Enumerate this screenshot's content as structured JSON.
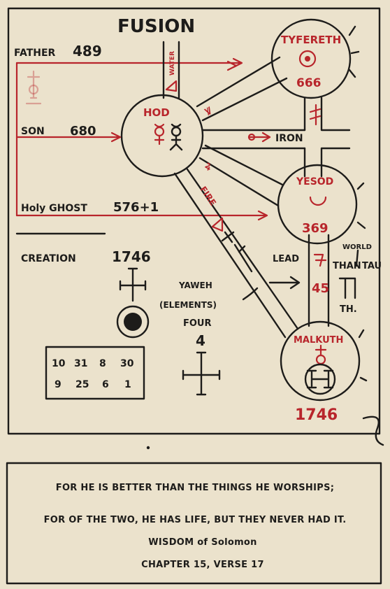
{
  "title": "FUSION",
  "trinity": {
    "father": {
      "label": "FATHER",
      "value": "489"
    },
    "son": {
      "label": "SON",
      "value": "680"
    },
    "holy_ghost": {
      "label": "Holy GHOST",
      "value": "576+1"
    }
  },
  "side_label": "WATER",
  "nodes": {
    "tiphereth": {
      "name": "TYFERETH",
      "value": "666"
    },
    "hod": {
      "name": "HOD"
    },
    "yesod": {
      "name": "YESOD",
      "value": "369"
    },
    "malkuth": {
      "name": "MALKUTH",
      "value": "1746"
    }
  },
  "paths": {
    "iron": "IRON",
    "fire": "FIRE",
    "lead": "LEAD",
    "world": "WORLD",
    "than": "THAN",
    "tau": "TAU",
    "th": "TH.",
    "hod_tiph_letter": "Ꝟ",
    "hod_yesod_letter": "ꝝ",
    "lead_letter_value": "45"
  },
  "creation": {
    "label": "CREATION",
    "value": "1746"
  },
  "yahweh": {
    "line1": "YAWEH",
    "line2": "(ELEMENTS)",
    "line3": "FOUR",
    "value": "4"
  },
  "grid": {
    "rows": [
      [
        "10",
        "31",
        "8",
        "30"
      ],
      [
        "9",
        "25",
        "6",
        "1"
      ]
    ]
  },
  "quote": {
    "line1": "FOR HE IS BETTER THAN THE THINGS HE WORSHIPS;",
    "line2": "FOR OF THE TWO, HE HAS LIFE, BUT THEY NEVER HAD IT.",
    "source": "WISDOM of Solomon",
    "chapter": "CHAPTER 15, VERSE 17"
  }
}
